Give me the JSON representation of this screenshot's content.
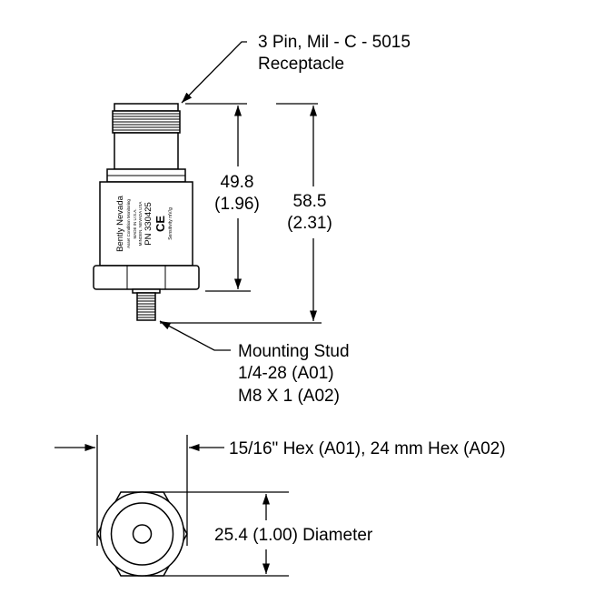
{
  "callouts": {
    "receptacle_line1": "3 Pin, Mil - C - 5015",
    "receptacle_line2": "Receptacle",
    "stud_line1": "Mounting Stud",
    "stud_line2": "1/4-28 (A01)",
    "stud_line3": "M8 X 1 (A02)",
    "hex": "15/16\" Hex (A01), 24 mm Hex (A02)",
    "diameter": "25.4 (1.00) Diameter"
  },
  "dimensions": {
    "body_length_mm": "49.8",
    "body_length_in": "(1.96)",
    "overall_length_mm": "58.5",
    "overall_length_in": "(2.31)"
  },
  "sensor_label": {
    "brand": "Bently Nevada",
    "line1": "Asset Condition Monitoring",
    "line2": "MADE IN U.S.A.",
    "line3": "MINDEN, NEVADA USA",
    "part_number": "PN 330425",
    "ce_mark": "CE",
    "sensitivity": "Sensitivity mV/g"
  }
}
